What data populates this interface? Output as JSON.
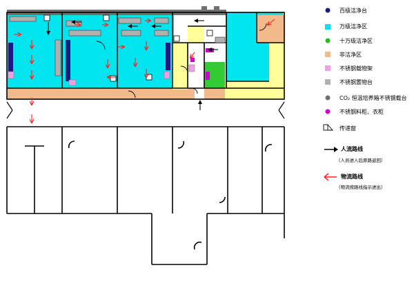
{
  "legend": {
    "items": [
      {
        "label": "百级洁净台",
        "color": "#1a1a80",
        "symbol": "dot"
      },
      {
        "label": "万级洁净区",
        "color": "#00e5ee",
        "symbol": "square"
      },
      {
        "label": "十万级洁净区",
        "color": "#22bb22",
        "symbol": "dot"
      },
      {
        "label": "非洁净区",
        "color": "#f2b98a",
        "symbol": "square"
      },
      {
        "label": "不锈钢载物架",
        "color": "#ee9fe6",
        "symbol": "square"
      },
      {
        "label": "不锈钢置物台",
        "color": "#b0b0b0",
        "symbol": "square"
      },
      {
        "label": "CO₂ 恒温培养箱不锈钢载台",
        "color": "#707070",
        "symbol": "dot"
      },
      {
        "label": "不锈钢料柜、衣柜",
        "color": "#cc00cc",
        "symbol": "dot"
      },
      {
        "label": "传递窗",
        "color": "#000000",
        "symbol": "window"
      },
      {
        "label": "人流路线",
        "color": "#000000",
        "symbol": "black-arrow",
        "note": "（人员进入后原路返回）"
      },
      {
        "label": "物流路线",
        "color": "#ff2020",
        "symbol": "red-arrow",
        "note": "（物流按路线指示进出）"
      }
    ]
  },
  "colors": {
    "class_10000": "#00e5ee",
    "class_100000": "#33cc33",
    "non_clean": "#f2b98a",
    "yellow_zone": "#ffff99",
    "gray_table": "#b0b0b0",
    "pink_rack": "#ee9fe6",
    "navy_bench": "#1a1a80",
    "magenta_cabinet": "#cc00cc",
    "red_arrow": "#ff2020",
    "black_arrow": "#000000"
  }
}
